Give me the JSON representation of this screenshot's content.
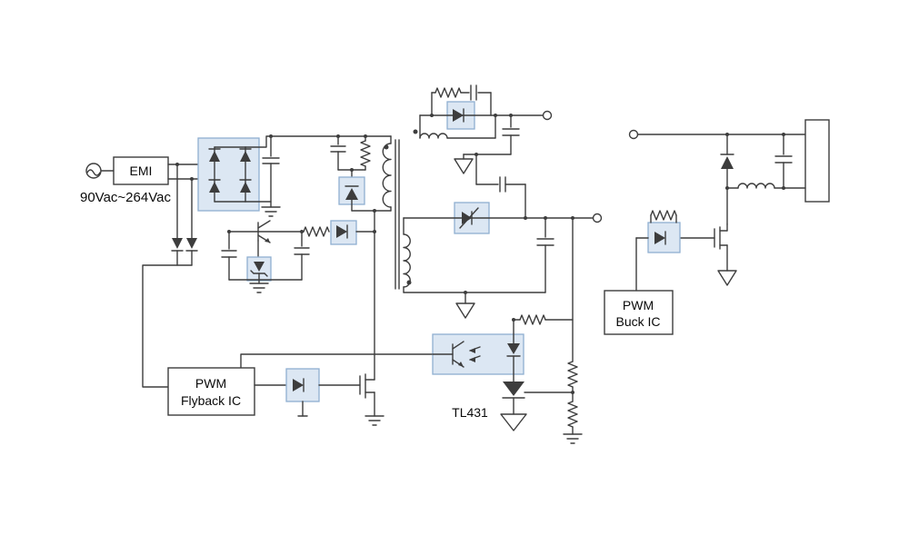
{
  "diagram": {
    "type": "circuit-schematic",
    "labels": {
      "emi": "EMI",
      "input_range": "90Vac~264Vac",
      "flyback_ic_line1": "PWM",
      "flyback_ic_line2": "Flyback IC",
      "tl431": "TL431",
      "buck_ic_line1": "PWM",
      "buck_ic_line2": "Buck IC"
    },
    "colors": {
      "line": "#3d3d3d",
      "component_fill": "#dce7f3",
      "component_stroke": "#8fafd1",
      "background": "#ffffff"
    }
  }
}
